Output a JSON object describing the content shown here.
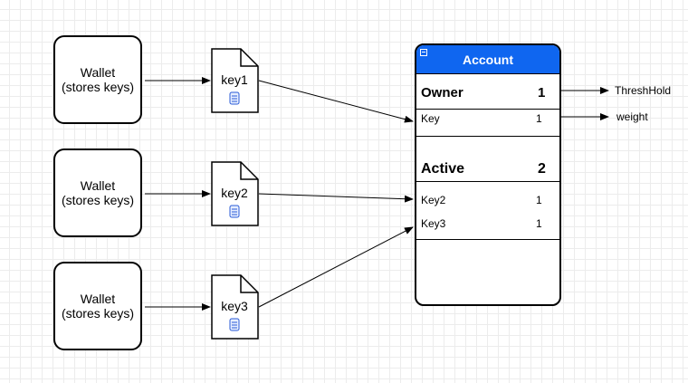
{
  "wallets": [
    {
      "label": "Wallet\n(stores keys)"
    },
    {
      "label": "Wallet\n(stores keys)"
    },
    {
      "label": "Wallet\n(stores keys)"
    }
  ],
  "keys": [
    {
      "label": "key1"
    },
    {
      "label": "key2"
    },
    {
      "label": "key3"
    }
  ],
  "account": {
    "title": "Account",
    "header_color": "#0f66f0",
    "owner": {
      "label": "Owner",
      "threshold": "1",
      "keys": [
        {
          "name": "Key",
          "weight": "1"
        }
      ]
    },
    "active": {
      "label": "Active",
      "threshold": "2",
      "keys": [
        {
          "name": "Key2",
          "weight": "1"
        },
        {
          "name": "Key3",
          "weight": "1"
        }
      ]
    }
  },
  "annotations": {
    "threshold": "ThreshHold",
    "weight": "weight"
  }
}
